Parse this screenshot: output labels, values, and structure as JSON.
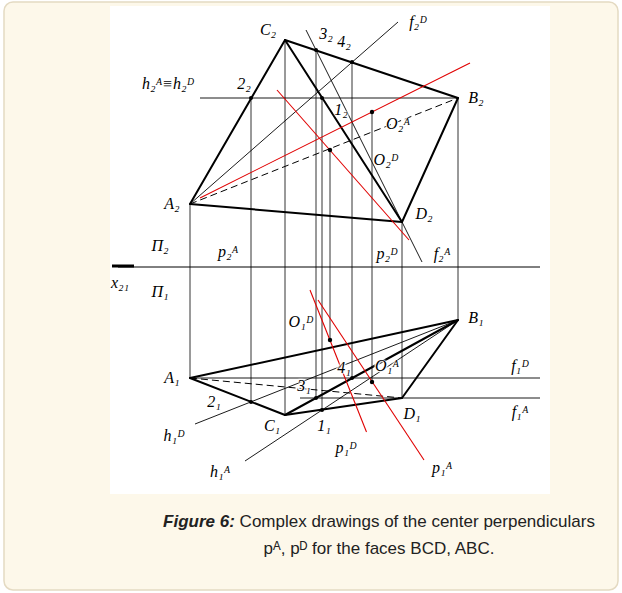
{
  "diagram": {
    "caption": "Figure 6: Complex drawings of the center perpendiculars pᴬ, pᴰ for the faces BCD, ABC.",
    "labels": [
      "h₂ᴬ≡h₂ᴰ",
      "2₂",
      "C₂",
      "3₂",
      "4₂",
      "f₂ᴰ",
      "1₂",
      "O₂ᴬ",
      "B₂",
      "A₂",
      "O₂ᴰ",
      "D₂",
      "f₂ᴬ",
      "p₂ᴬ",
      "Π₂",
      "p₂ᴰ",
      "x₂₁",
      "Π₁",
      "O₁ᴰ",
      "B₁",
      "4₁",
      "3₁",
      "O₁ᴬ",
      "f₁ᴰ",
      "A₁",
      "2₁",
      "D₁",
      "f₁ᴬ",
      "h₁ᴰ",
      "1₁",
      "C₁",
      "p₁ᴰ",
      "p₁ᴬ",
      "h₁ᴬ"
    ]
  }
}
